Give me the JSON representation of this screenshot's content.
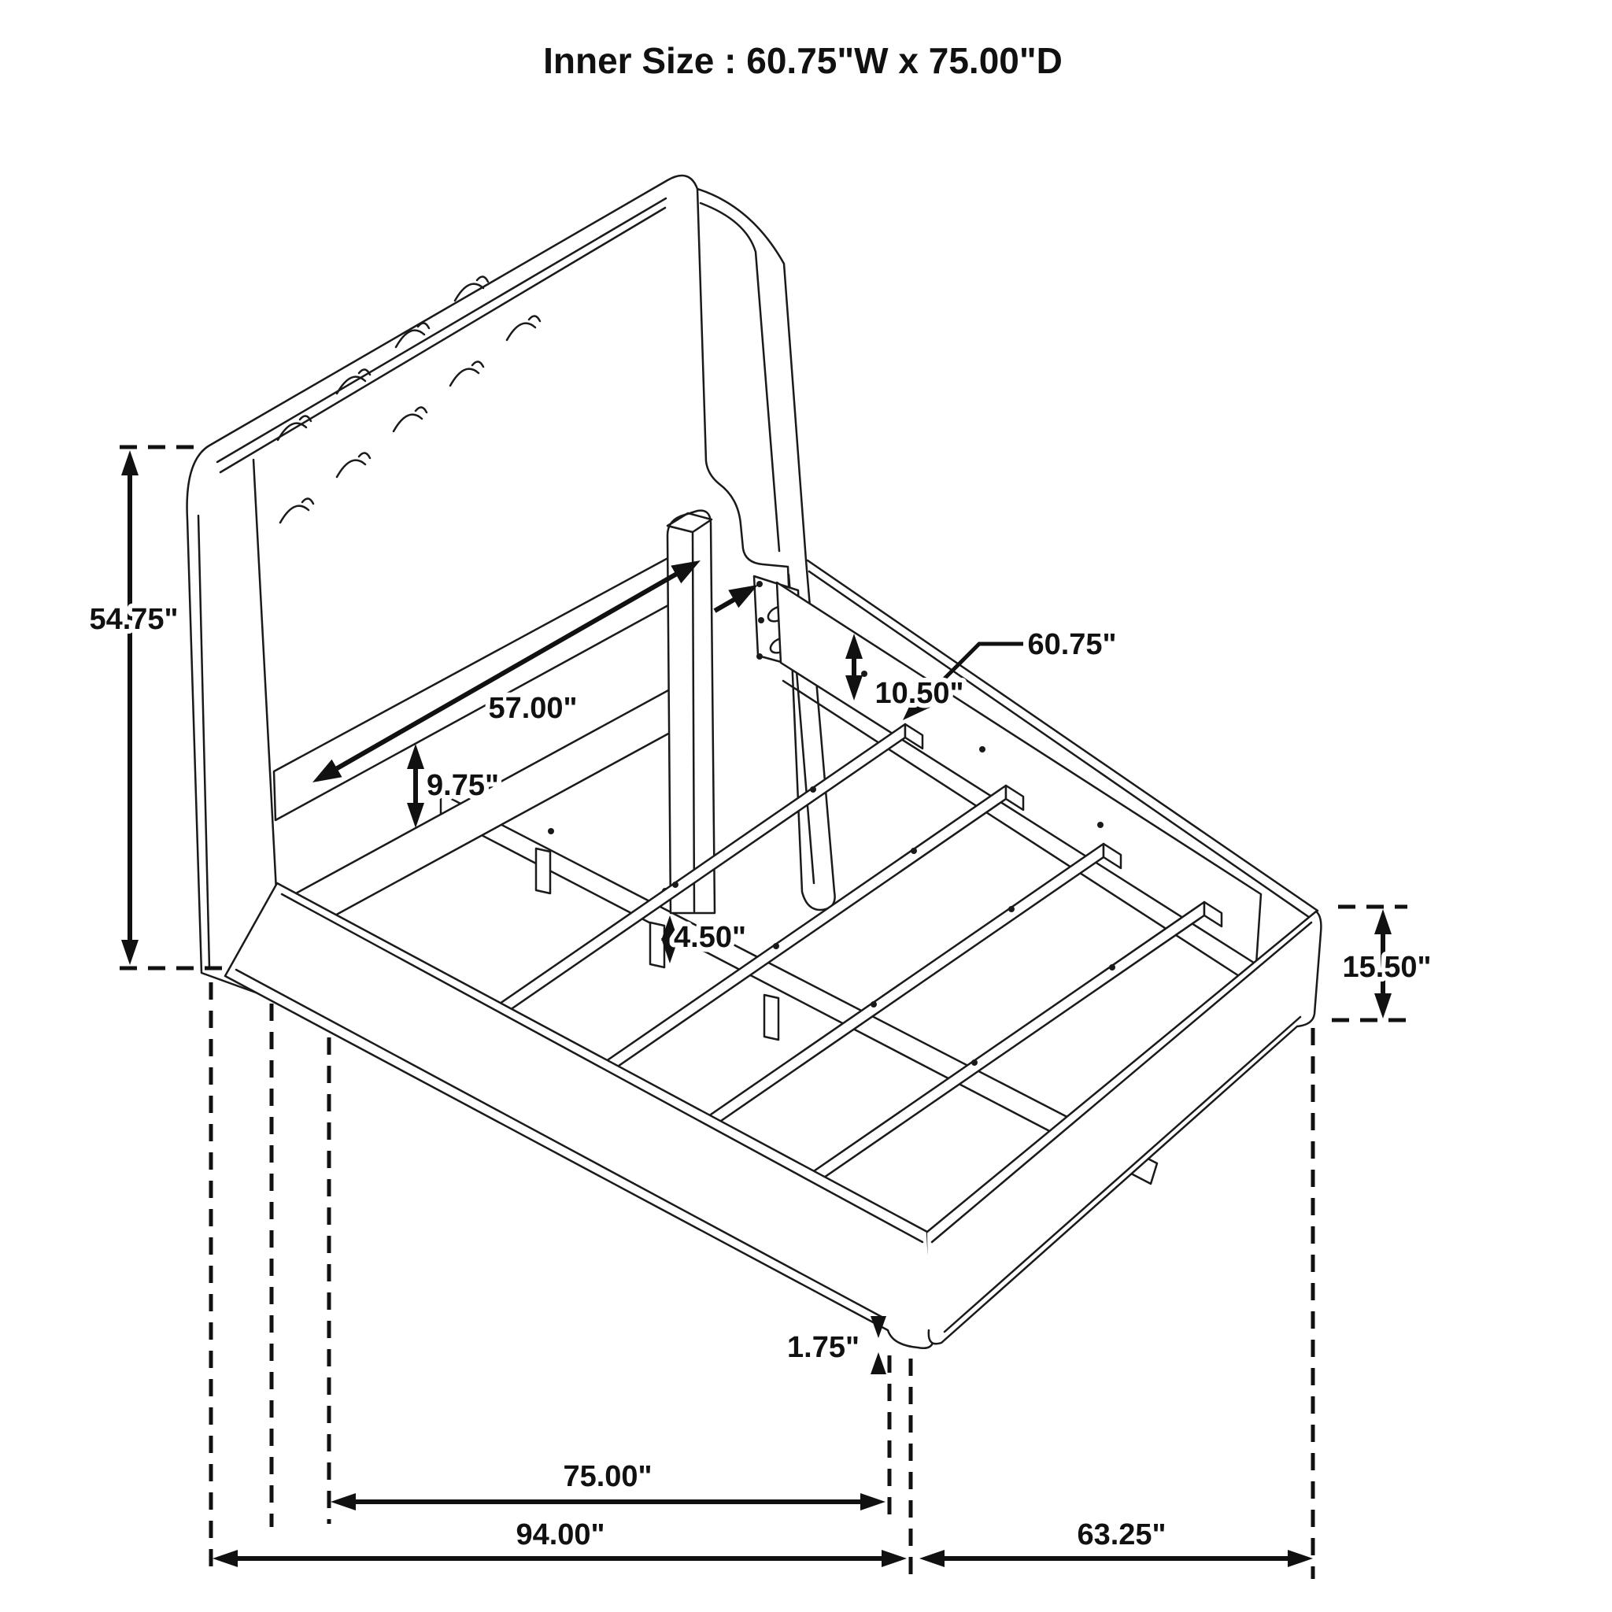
{
  "title": "Inner Size : 60.75\"W x 75.00\"D",
  "diagram": {
    "type": "furniture-dimension-line-drawing",
    "subject": "upholstered wingback platform bed frame",
    "dimensions": {
      "headboard_height": "54.75\"",
      "headboard_inner_width": "57.00\"",
      "headboard_rail_gap": "9.75\"",
      "side_rail_height": "10.50\"",
      "slat_length": "60.75\"",
      "slat_support_leg_height": "4.50\"",
      "footboard_height": "15.50\"",
      "base_floor_clearance": "1.75\"",
      "inner_depth": "75.00\"",
      "overall_length": "94.00\"",
      "footboard_width": "63.25\""
    }
  }
}
